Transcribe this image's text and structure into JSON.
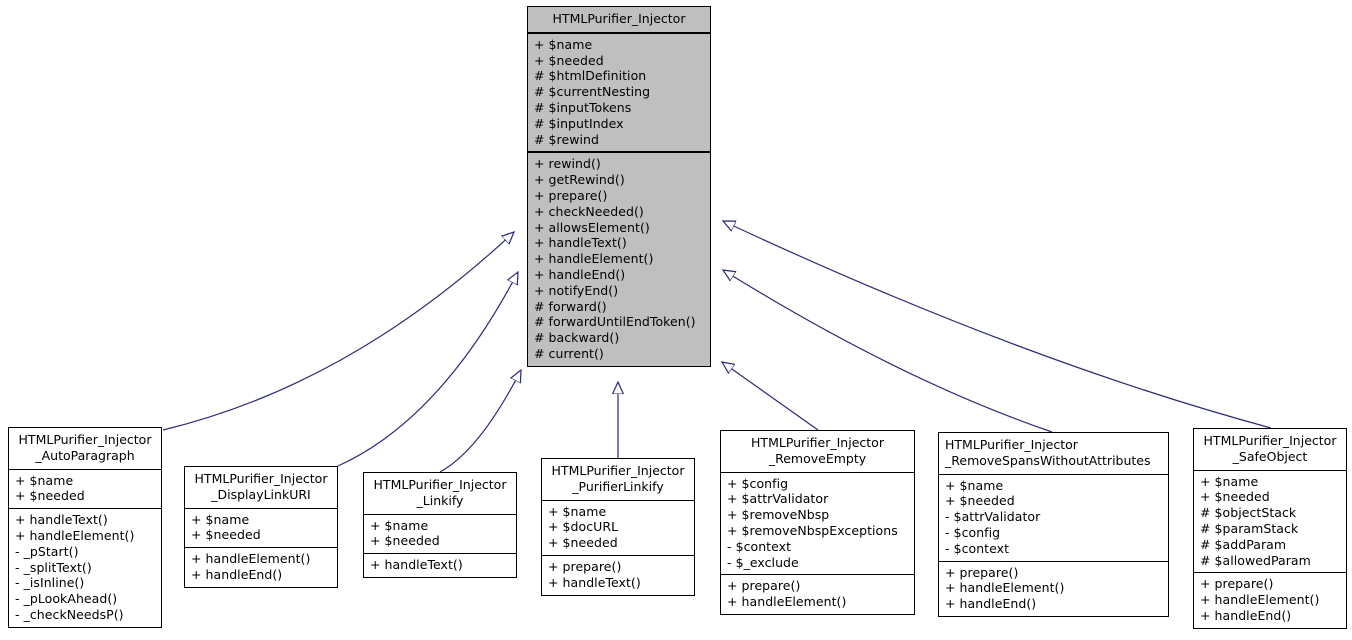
{
  "diagram": {
    "kind": "uml-class-inheritance-diagram",
    "edge_color": "#2a2a7a",
    "base_fill": "#bfbfbf",
    "box_fill": "#ffffff",
    "border_color": "#000000",
    "relation": "generalization"
  },
  "classes": {
    "base": {
      "name": "HTMLPurifier_Injector",
      "attributes": [
        "+ $name",
        "+ $needed",
        "# $htmlDefinition",
        "# $currentNesting",
        "# $inputTokens",
        "# $inputIndex",
        "# $rewind"
      ],
      "methods": [
        "+ rewind()",
        "+ getRewind()",
        "+ prepare()",
        "+ checkNeeded()",
        "+ allowsElement()",
        "+ handleText()",
        "+ handleElement()",
        "+ handleEnd()",
        "+ notifyEnd()",
        "# forward()",
        "# forwardUntilEndToken()",
        "# backward()",
        "# current()"
      ]
    },
    "auto_paragraph": {
      "name": "HTMLPurifier_Injector\n_AutoParagraph",
      "attributes": [
        "+ $name",
        "+ $needed"
      ],
      "methods": [
        "+ handleText()",
        "+ handleElement()",
        "- _pStart()",
        "- _splitText()",
        "- _isInline()",
        "- _pLookAhead()",
        "- _checkNeedsP()"
      ]
    },
    "display_link_uri": {
      "name": "HTMLPurifier_Injector\n_DisplayLinkURI",
      "attributes": [
        "+ $name",
        "+ $needed"
      ],
      "methods": [
        "+ handleElement()",
        "+ handleEnd()"
      ]
    },
    "linkify": {
      "name": "HTMLPurifier_Injector\n_Linkify",
      "attributes": [
        "+ $name",
        "+ $needed"
      ],
      "methods": [
        "+ handleText()"
      ]
    },
    "purifier_linkify": {
      "name": "HTMLPurifier_Injector\n_PurifierLinkify",
      "attributes": [
        "+ $name",
        "+ $docURL",
        "+ $needed"
      ],
      "methods": [
        "+ prepare()",
        "+ handleText()"
      ]
    },
    "remove_empty": {
      "name": "HTMLPurifier_Injector\n_RemoveEmpty",
      "attributes": [
        "+ $config",
        "+ $attrValidator",
        "+ $removeNbsp",
        "+ $removeNbspExceptions",
        "- $context",
        "- $_exclude"
      ],
      "methods": [
        "+ prepare()",
        "+ handleElement()"
      ]
    },
    "remove_spans": {
      "name": "HTMLPurifier_Injector\n_RemoveSpansWithoutAttributes",
      "attributes": [
        "+ $name",
        "+ $needed",
        "- $attrValidator",
        "- $config",
        "- $context"
      ],
      "methods": [
        "+ prepare()",
        "+ handleElement()",
        "+ handleEnd()"
      ]
    },
    "safe_object": {
      "name": "HTMLPurifier_Injector\n_SafeObject",
      "attributes": [
        "+ $name",
        "+ $needed",
        "# $objectStack",
        "# $paramStack",
        "# $addParam",
        "# $allowedParam"
      ],
      "methods": [
        "+ prepare()",
        "+ handleElement()",
        "+ handleEnd()"
      ]
    }
  }
}
